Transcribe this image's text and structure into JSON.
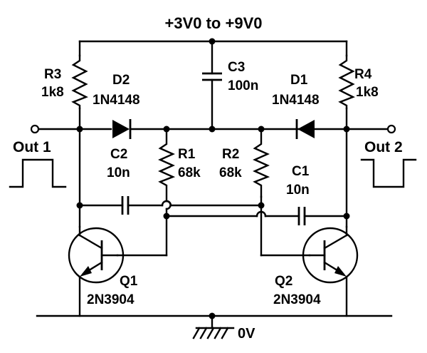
{
  "supply": {
    "label": "+3V0 to +9V0"
  },
  "ground": {
    "label": "0V"
  },
  "components": {
    "R3": {
      "ref": "R3",
      "value": "1k8"
    },
    "R4": {
      "ref": "R4",
      "value": "1k8"
    },
    "R1": {
      "ref": "R1",
      "value": "68k"
    },
    "R2": {
      "ref": "R2",
      "value": "68k"
    },
    "C1": {
      "ref": "C1",
      "value": "10n"
    },
    "C2": {
      "ref": "C2",
      "value": "10n"
    },
    "C3": {
      "ref": "C3",
      "value": "100n"
    },
    "D1": {
      "ref": "D1",
      "value": "1N4148"
    },
    "D2": {
      "ref": "D2",
      "value": "1N4148"
    },
    "Q1": {
      "ref": "Q1",
      "value": "2N3904"
    },
    "Q2": {
      "ref": "Q2",
      "value": "2N3904"
    }
  },
  "outputs": {
    "out1": {
      "label": "Out 1"
    },
    "out2": {
      "label": "Out 2"
    }
  }
}
